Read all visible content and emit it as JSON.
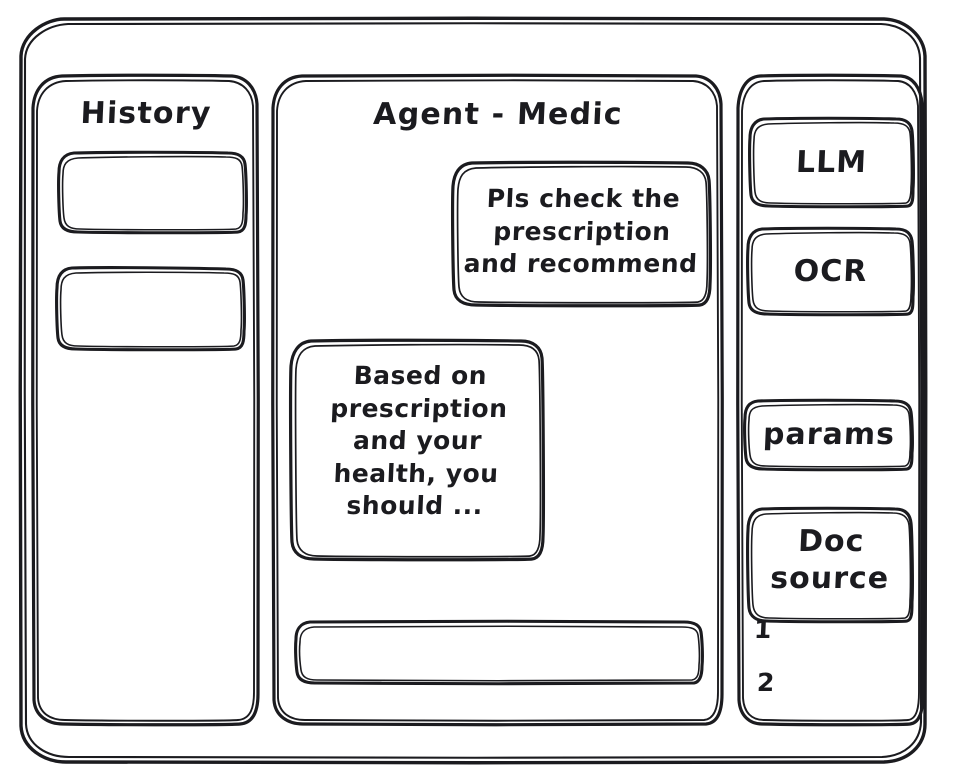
{
  "window": {
    "frame_name": "app-window",
    "background": "#ffffff",
    "stroke_color": "#1b1b1f"
  },
  "sidebar_left": {
    "title": "History",
    "items": [
      {
        "label": ""
      },
      {
        "label": ""
      }
    ]
  },
  "main": {
    "title": "Agent - Medic",
    "messages": [
      {
        "role": "user",
        "text": "Pls check the\nprescription\nand recommend"
      },
      {
        "role": "assistant",
        "text": "Based on\nprescription\nand your\nhealth, you\nshould ..."
      }
    ],
    "composer": {
      "value": "",
      "placeholder": ""
    }
  },
  "sidebar_right": {
    "chips": [
      {
        "label": "LLM"
      },
      {
        "label": "OCR"
      },
      {
        "label": "params"
      },
      {
        "label": "Doc\nsource"
      }
    ],
    "list": [
      {
        "label": "1"
      },
      {
        "label": "2"
      }
    ]
  }
}
